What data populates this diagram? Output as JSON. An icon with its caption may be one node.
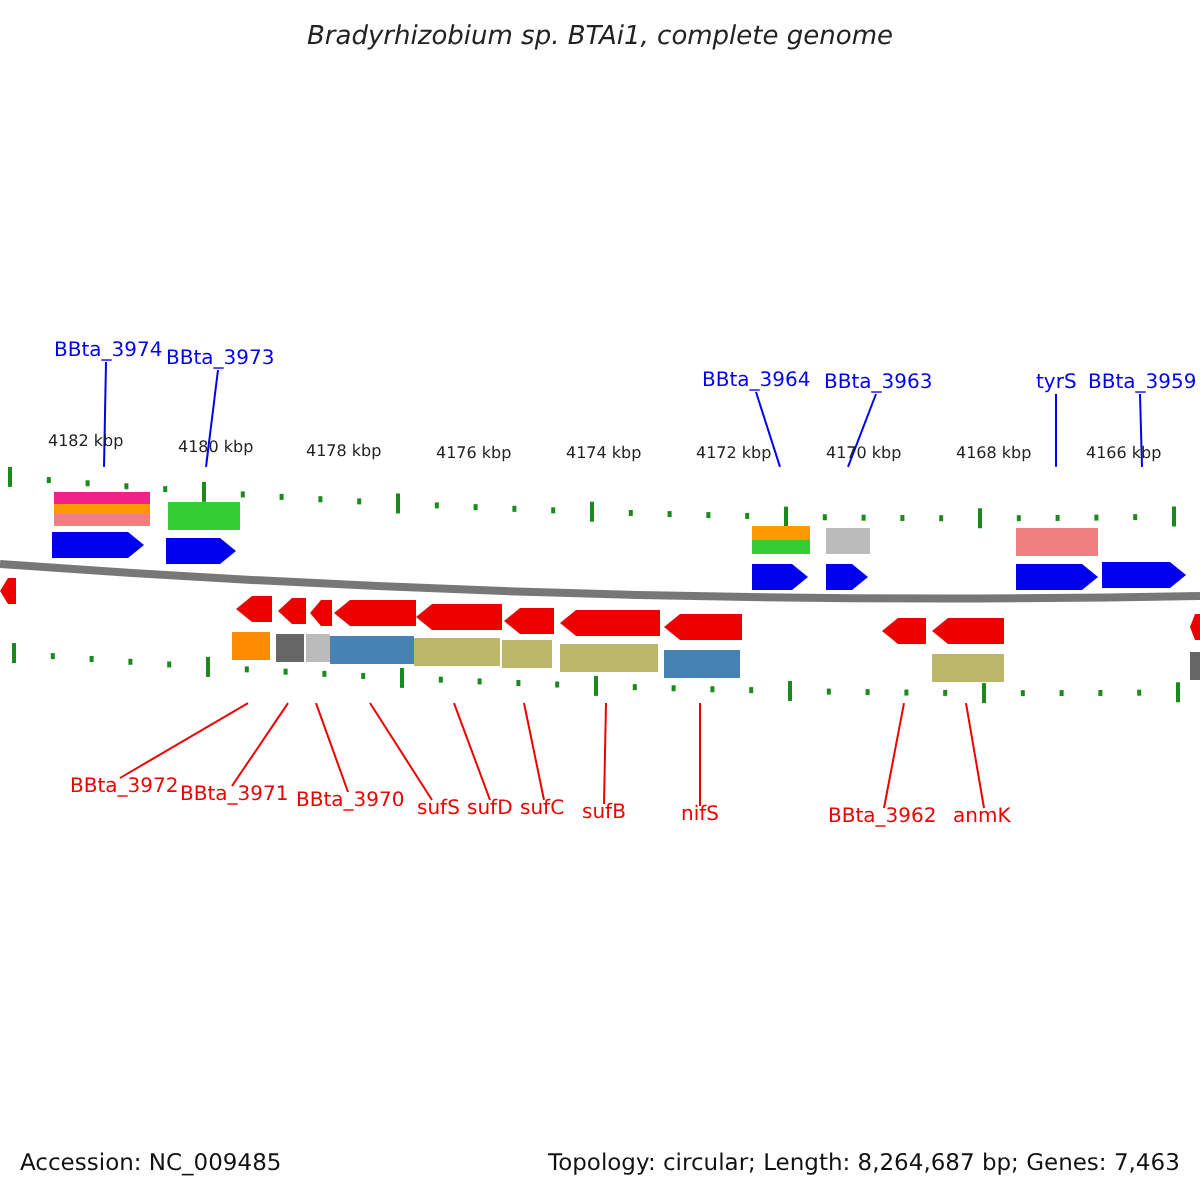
{
  "diagram": {
    "title": "Bradyrhizobium sp. BTAi1, complete genome",
    "nodes": [
      {
        "text": [
          "BBta_3974"
        ]
      },
      {
        "text": [
          "BBta_3973"
        ]
      },
      {
        "text": [
          "BBta_3964"
        ]
      },
      {
        "text": [
          "BBta_3963"
        ]
      },
      {
        "text": [
          "tyrS"
        ]
      },
      {
        "text": [
          "BBta_3959"
        ]
      },
      {
        "text": [
          "BBta_3972"
        ]
      },
      {
        "text": [
          "BBta_3971"
        ]
      },
      {
        "text": [
          "BBta_3970"
        ]
      },
      {
        "text": [
          "sufS"
        ]
      },
      {
        "text": [
          "sufD"
        ]
      },
      {
        "text": [
          "sufC"
        ]
      },
      {
        "text": [
          "sufB"
        ]
      },
      {
        "text": [
          "nifS"
        ]
      },
      {
        "text": [
          "BBta_3962"
        ]
      },
      {
        "text": [
          "anmK"
        ]
      },
      {
        "text": [],
        "shape": "line",
        "beside": [
          "4182 kbp",
          "4180 kbp",
          "4178 kbp",
          "4176 kbp",
          "4174 kbp",
          "4172 kbp",
          "4170 kbp",
          "4168 kbp",
          "4166 kbp"
        ]
      },
      {
        "text": [],
        "shape": "line"
      }
    ],
    "edges": [
      {
        "from": 0,
        "to": 16,
        "arrow": "none",
        "color": "#0000ee"
      },
      {
        "from": 1,
        "to": 16,
        "arrow": "none",
        "color": "#0000ee"
      },
      {
        "from": 2,
        "to": 16,
        "arrow": "none",
        "color": "#0000ee"
      },
      {
        "from": 3,
        "to": 16,
        "arrow": "none",
        "color": "#0000ee"
      },
      {
        "from": 4,
        "to": 16,
        "arrow": "none",
        "color": "#0000ee"
      },
      {
        "from": 5,
        "to": 16,
        "arrow": "none",
        "color": "#0000ee"
      },
      {
        "from": 6,
        "to": 17,
        "arrow": "none"
      },
      {
        "from": 7,
        "to": 17,
        "arrow": "none"
      },
      {
        "from": 8,
        "to": 17,
        "arrow": "none"
      },
      {
        "from": 9,
        "to": 17,
        "arrow": "none"
      },
      {
        "from": 10,
        "to": 17,
        "arrow": "none"
      },
      {
        "from": 11,
        "to": 17,
        "arrow": "none"
      },
      {
        "from": 12,
        "to": 17,
        "arrow": "none"
      },
      {
        "from": 13,
        "to": 17,
        "arrow": "none"
      },
      {
        "from": 14,
        "to": 17,
        "arrow": "none"
      },
      {
        "from": 15,
        "to": 17,
        "arrow": "none"
      }
    ],
    "labels": [
      "Accession: NC_009485",
      "Topology: circular; Length: 8,264,687 bp; Genes: 7,463"
    ]
  }
}
